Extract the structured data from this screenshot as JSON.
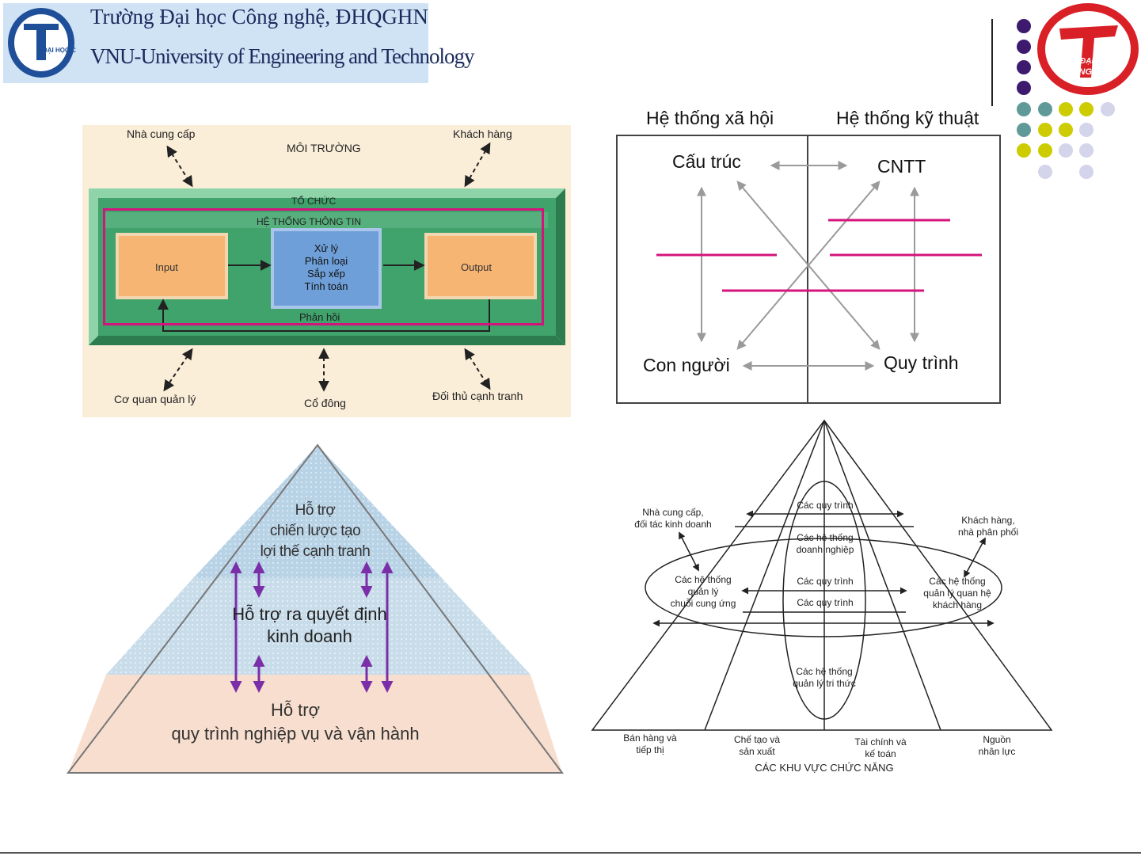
{
  "header": {
    "line1": "Trường Đại học Công nghệ, ĐHQGHN",
    "line2": "VNU-University of Engineering and Technology",
    "logo_text": "ĐẠI HỌC CÔNG NGHỆ"
  },
  "diagram1": {
    "environment": "MÔI TRƯỜNG",
    "supplier": "Nhà cung cấp",
    "customer": "Khách hàng",
    "organization": "TỔ CHỨC",
    "is_label": "HỆ THỐNG THÔNG TIN",
    "input": "Input",
    "process": [
      "Xử lý",
      "Phân loại",
      "Sắp xếp",
      "Tính toán"
    ],
    "output": "Output",
    "feedback": "Phản hồi",
    "regulator": "Cơ quan quản lý",
    "shareholder": "Cổ đông",
    "competitor": "Đối thủ cạnh tranh"
  },
  "diagram2": {
    "social": "Hệ thống xã hội",
    "technical": "Hệ thống kỹ thuật",
    "structure": "Cấu trúc",
    "it": "CNTT",
    "people": "Con người",
    "process": "Quy trình"
  },
  "diagram3": {
    "top": [
      "Hỗ trợ",
      "chiến lược tạo",
      "lợi thế cạnh tranh"
    ],
    "middle": [
      "Hỗ trợ ra quyết định",
      "kinh doanh"
    ],
    "bottom": [
      "Hỗ trợ",
      "quy trình nghiệp vụ và vận hành"
    ]
  },
  "diagram4": {
    "suppliers": [
      "Nhà cung cấp,",
      "đối tác kinh doanh"
    ],
    "customers": [
      "Khách hàng,",
      "nhà phân phối"
    ],
    "processes_top": "Các quy trình",
    "enterprise": [
      "Các hệ thống",
      "doanh nghiệp"
    ],
    "scm": [
      "Các hệ thống",
      "quản lý",
      "chuỗi cung ứng"
    ],
    "crm": [
      "Các hệ thống",
      "quản lý quan hệ",
      "khách hàng"
    ],
    "processes_mid1": "Các quy trình",
    "processes_mid2": "Các quy trình",
    "km": [
      "Các hệ thống",
      "quản lý tri thức"
    ],
    "sales": [
      "Bán hàng và",
      "tiếp thị"
    ],
    "manufacturing": [
      "Chế tạo và",
      "sản xuất"
    ],
    "finance": [
      "Tài chính và",
      "kế toán"
    ],
    "hr": [
      "Nguồn",
      "nhân lực"
    ],
    "areas": "CÁC KHU VỰC CHỨC NĂNG"
  },
  "colors": {
    "dot_purple": "#3d1a6e",
    "dot_teal": "#5f9a98",
    "dot_yellow": "#cccc00",
    "dot_lavender": "#d4d4ea",
    "accent_magenta": "#d4147c",
    "logo_red": "#d92027",
    "env_bg": "#fbeed9",
    "org_green": "#3fa36b",
    "box_orange": "#f7b574",
    "box_blue": "#6f9fd8",
    "pyr_top": "#b9d3e6",
    "pyr_bottom": "#f8dece"
  }
}
